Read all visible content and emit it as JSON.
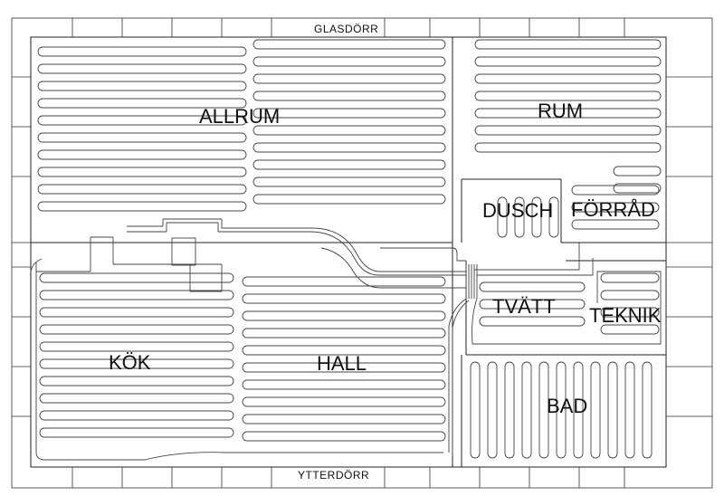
{
  "doors": {
    "top": "GLASDÖRR",
    "bottom": "YTTERDÖRR"
  },
  "rooms": {
    "allrum": "ALLRUM",
    "rum": "RUM",
    "dusch": "DUSCH",
    "forrad": "FÖRRÅD",
    "tvatt": "TVÄTT",
    "teknik": "TEKNIK",
    "kok": "KÖK",
    "hall": "HALL",
    "bad": "BAD"
  }
}
